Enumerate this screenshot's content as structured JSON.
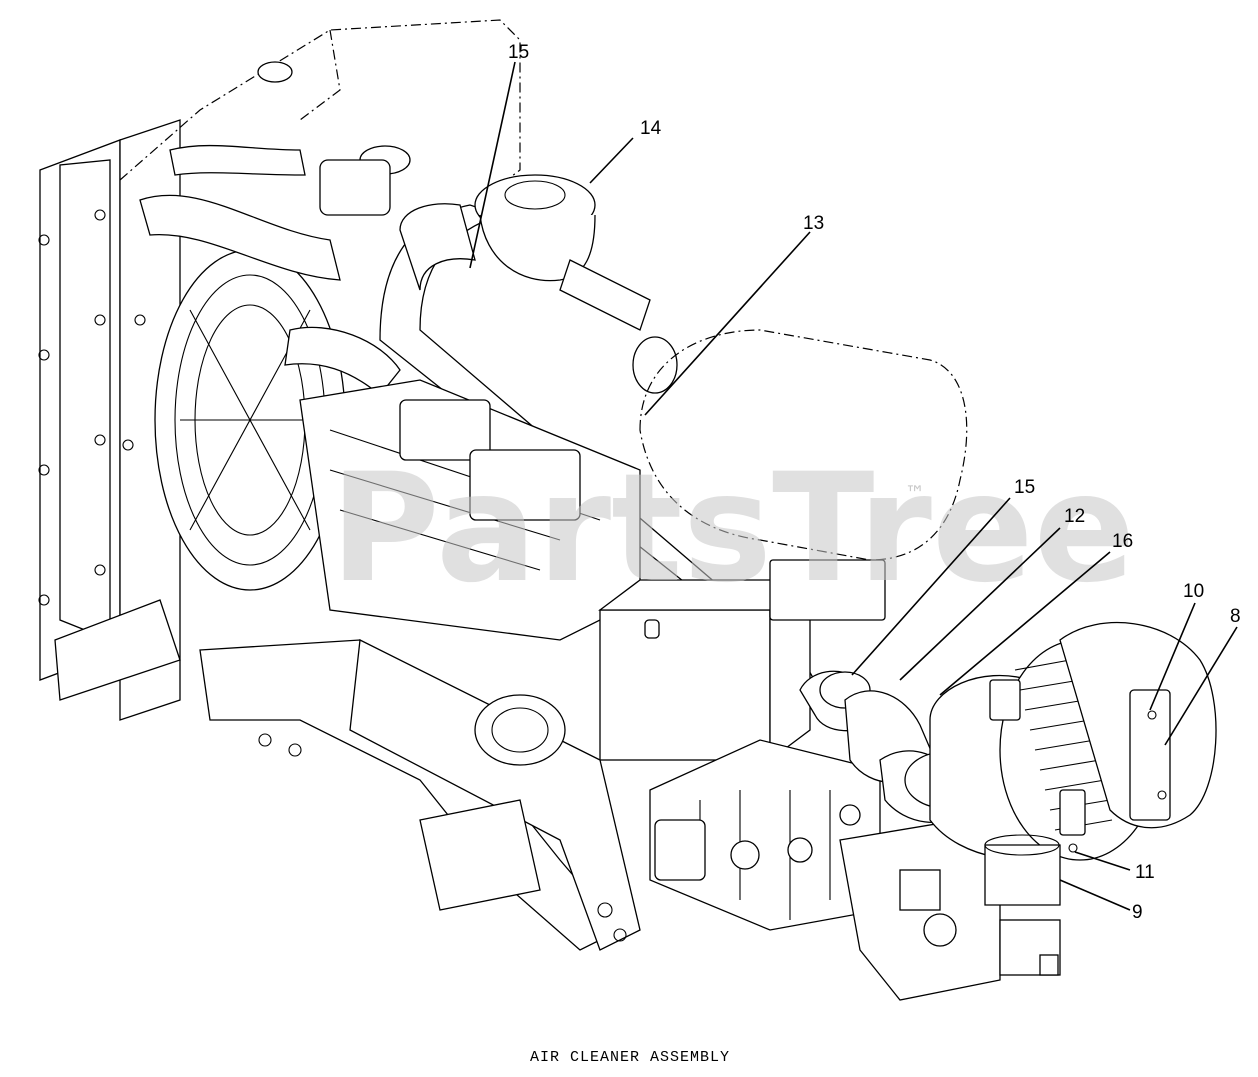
{
  "diagram": {
    "caption": "AIR CLEANER ASSEMBLY",
    "watermark": "PartsTree",
    "trademark": "™",
    "callouts": [
      {
        "id": "c15a",
        "label": "15"
      },
      {
        "id": "c14",
        "label": "14"
      },
      {
        "id": "c13",
        "label": "13"
      },
      {
        "id": "c15b",
        "label": "15"
      },
      {
        "id": "c12",
        "label": "12"
      },
      {
        "id": "c16",
        "label": "16"
      },
      {
        "id": "c10",
        "label": "10"
      },
      {
        "id": "c8",
        "label": "8"
      },
      {
        "id": "c11",
        "label": "11"
      },
      {
        "id": "c9",
        "label": "9"
      }
    ]
  }
}
